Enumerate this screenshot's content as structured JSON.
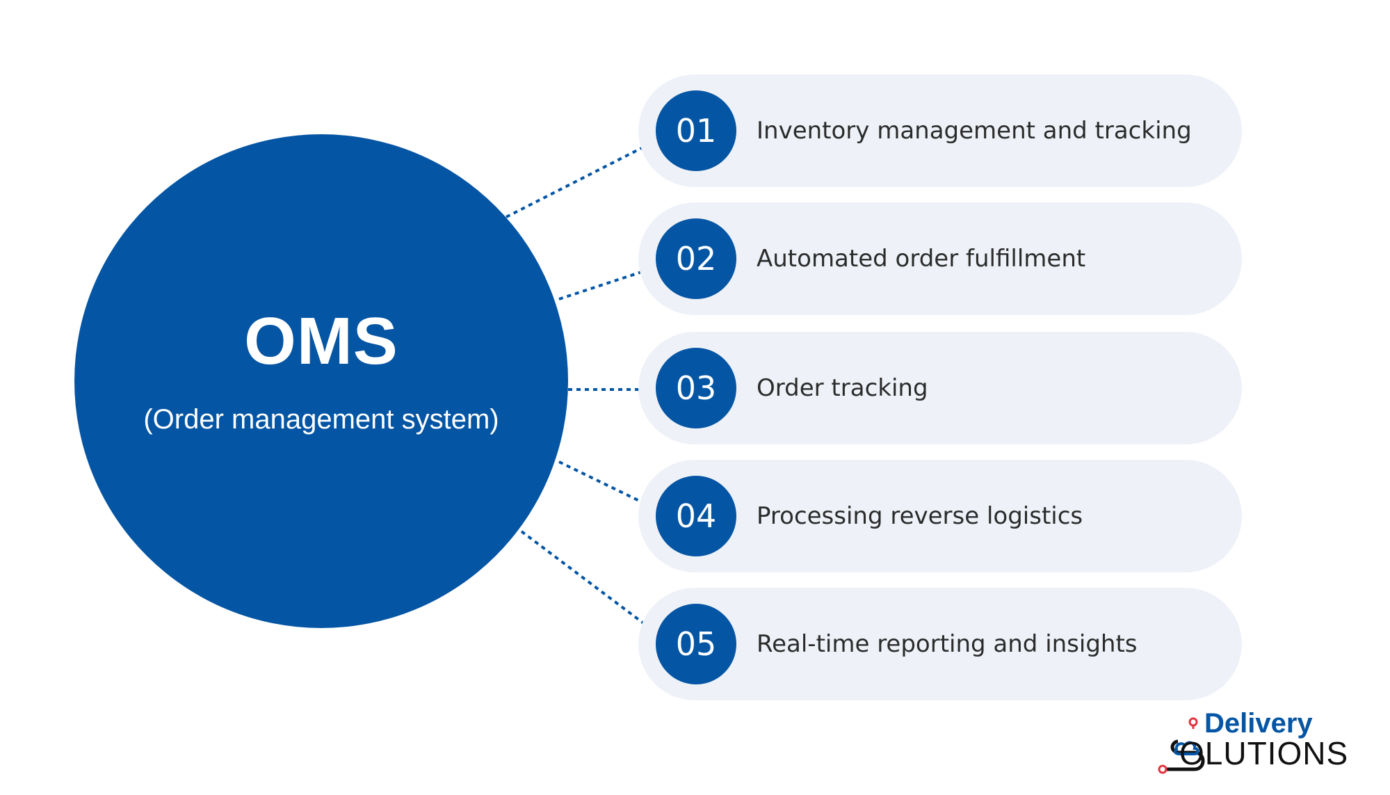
{
  "hub": {
    "title": "OMS",
    "subtitle": "(Order management system)"
  },
  "items": [
    {
      "number": "01",
      "label": "Inventory management and tracking"
    },
    {
      "number": "02",
      "label": "Automated order fulfillment"
    },
    {
      "number": "03",
      "label": "Order tracking"
    },
    {
      "number": "04",
      "label": "Processing reverse logistics"
    },
    {
      "number": "05",
      "label": "Real-time reporting and insights"
    }
  ],
  "logo": {
    "line1": "Delivery",
    "line2": "OLUTIONS"
  },
  "colors": {
    "primary": "#0455a4",
    "pill_background": "#eef2f8",
    "text": "#2b2b2b",
    "logo_pin": "#e2343f"
  }
}
